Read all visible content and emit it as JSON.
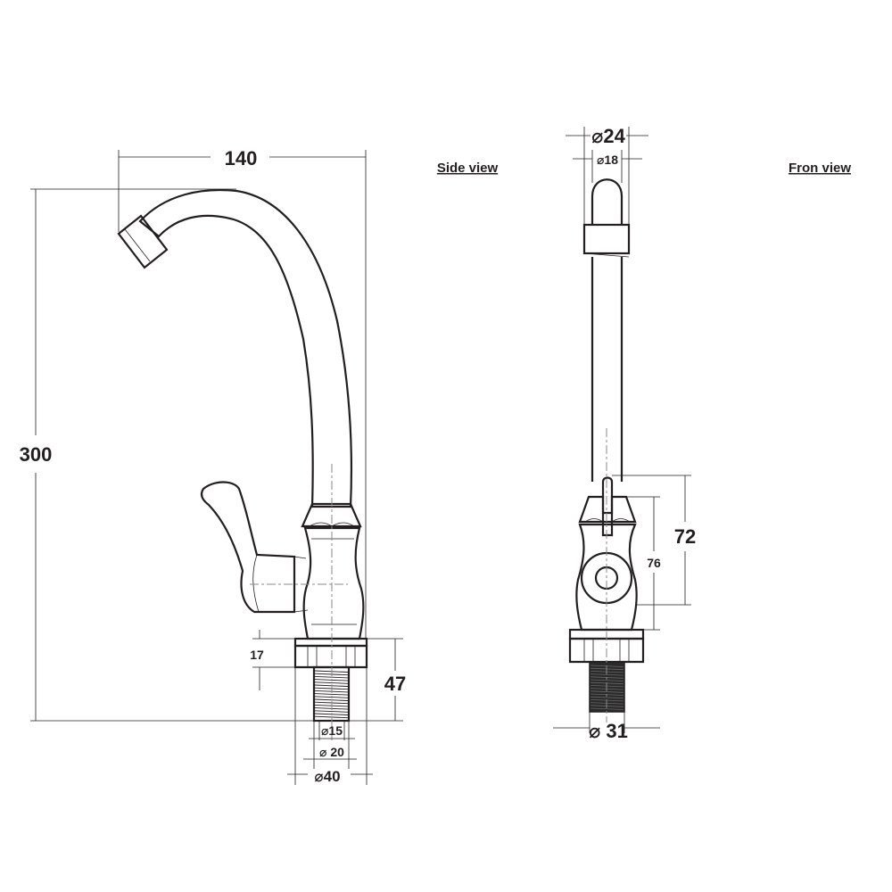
{
  "views": {
    "side": {
      "title": "Side view"
    },
    "front": {
      "title": "Fron view"
    }
  },
  "dimensions": {
    "width_140": "140",
    "height_300": "300",
    "base_17": "17",
    "base_47": "47",
    "dia_15": "⌀15",
    "dia_20": "⌀ 20",
    "dia_40": "⌀40",
    "dia_24": "⌀24",
    "dia_18": "⌀18",
    "h_72": "72",
    "h_76": "76",
    "dia_31": "⌀ 31"
  },
  "colors": {
    "ink": "#231f20",
    "centerline": "#8a8a8a",
    "thread_dark": "#2b2b2b"
  }
}
